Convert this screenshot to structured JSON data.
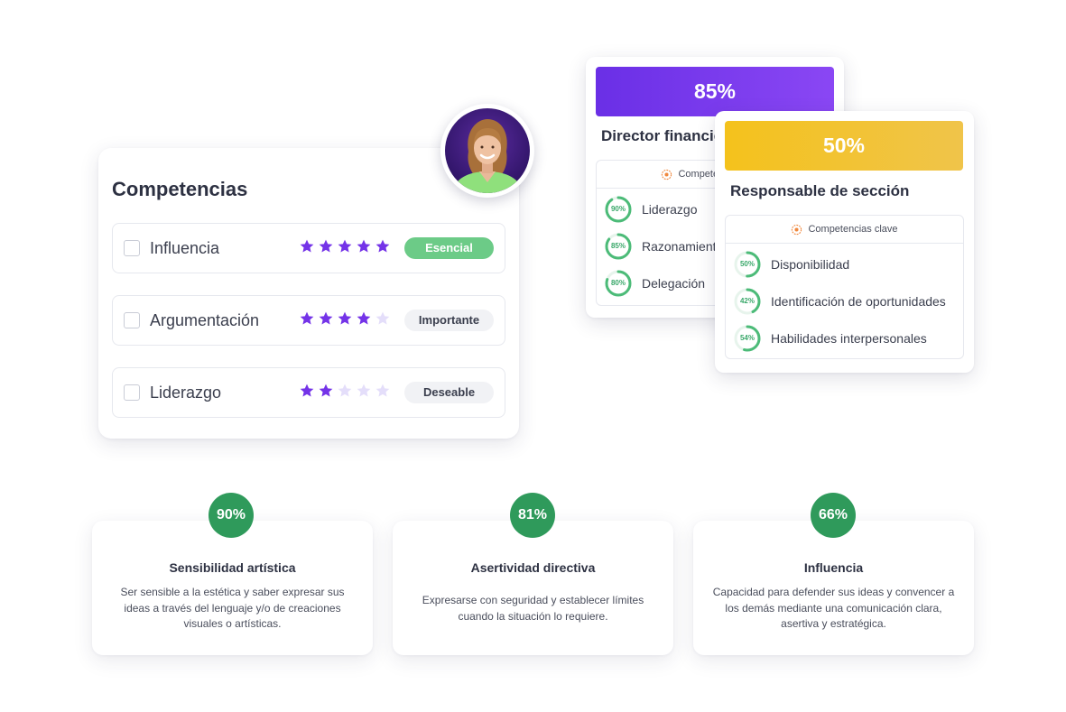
{
  "competencias": {
    "title": "Competencias",
    "rows": [
      {
        "name": "Influencia",
        "rating": 5,
        "max_rating": 5,
        "badge": "Esencial"
      },
      {
        "name": "Argumentación",
        "rating": 4,
        "max_rating": 5,
        "badge": "Importante"
      },
      {
        "name": "Liderazgo",
        "rating": 2,
        "max_rating": 5,
        "badge": "Deseable"
      }
    ]
  },
  "job_cards": [
    {
      "percent": "85%",
      "title": "Director financiero",
      "section_label": "Competencias clave",
      "items": [
        {
          "label": "Liderazgo",
          "percent_text": "90%",
          "value": 90
        },
        {
          "label": "Razonamiento",
          "percent_text": "85%",
          "value": 85
        },
        {
          "label": "Delegación",
          "percent_text": "80%",
          "value": 80
        }
      ]
    },
    {
      "percent": "50%",
      "title": "Responsable de sección",
      "section_label": "Competencias clave",
      "items": [
        {
          "label": "Disponibilidad",
          "percent_text": "50%",
          "value": 50
        },
        {
          "label": "Identificación de oportunidades",
          "percent_text": "42%",
          "value": 42
        },
        {
          "label": "Habilidades interpersonales",
          "percent_text": "54%",
          "value": 54
        }
      ]
    }
  ],
  "stats": [
    {
      "percent": "90%",
      "title": "Sensibilidad artística",
      "lines": [
        "Ser sensible a la estética y saber expresar sus",
        "ideas a través del lenguaje y/o de creaciones",
        "visuales o artísticas."
      ]
    },
    {
      "percent": "81%",
      "title": "Asertividad directiva",
      "lines": [
        "Expresarse con seguridad y establecer límites",
        "cuando la situación lo requiere."
      ]
    },
    {
      "percent": "66%",
      "title": "Influencia",
      "lines": [
        "Capacidad para defender sus ideas y convencer a",
        "los demás mediante una comunicación clara,",
        "asertiva y estratégica."
      ]
    }
  ],
  "colors": {
    "star_filled": "#7433e8",
    "star_empty": "#e4defa",
    "badge_essential_bg": "#6ccb87",
    "badge_essential_text": "#ffffff",
    "badge_other_bg": "#f1f2f5",
    "badge_other_text": "#3b3f4e",
    "header_purple": "#7a3bf0",
    "header_yellow": "#f2c230",
    "ring_green": "#4cbb78",
    "stat_green": "#2f9a5b"
  },
  "icons": {
    "checkbox": "checkbox-icon",
    "star": "star-icon",
    "section": "gear-badge-icon"
  }
}
